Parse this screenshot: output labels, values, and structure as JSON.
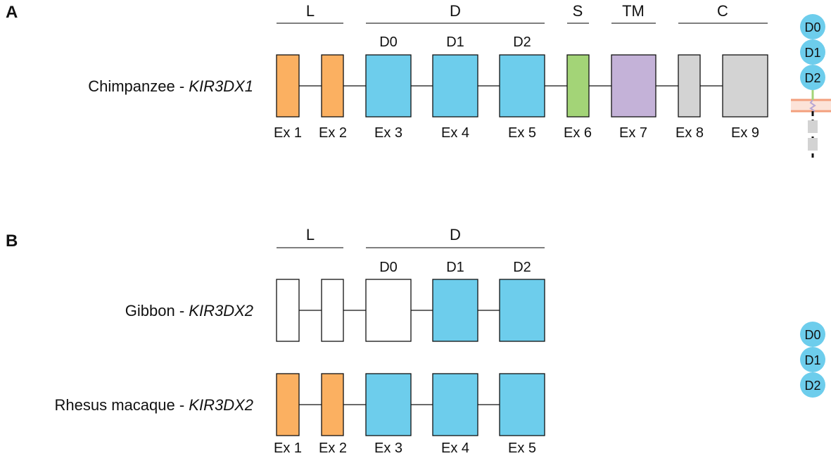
{
  "colors": {
    "leader": "#fbb061",
    "domain": "#6dcdec",
    "stem": "#a3d477",
    "transmembrane": "#c4b2d8",
    "cytoplasmic": "#d3d3d3",
    "absent": "#ffffff",
    "membrane": "#f3a07e",
    "membrane_fill": "#fce3d8",
    "outline": "#111111"
  },
  "panels": [
    {
      "letter": "A",
      "regions": [
        {
          "label": "L"
        },
        {
          "label": "D"
        },
        {
          "label": "S"
        },
        {
          "label": "TM"
        },
        {
          "label": "C"
        }
      ],
      "domain_labels": [
        "D0",
        "D1",
        "D2"
      ],
      "genes": [
        {
          "species": "Chimpanzee - ",
          "gene": "KIR3DX1",
          "exons": [
            {
              "label": "Ex 1",
              "type": "leader"
            },
            {
              "label": "Ex 2",
              "type": "leader"
            },
            {
              "label": "Ex 3",
              "type": "domain"
            },
            {
              "label": "Ex 4",
              "type": "domain"
            },
            {
              "label": "Ex 5",
              "type": "domain"
            },
            {
              "label": "Ex 6",
              "type": "stem"
            },
            {
              "label": "Ex 7",
              "type": "transmembrane"
            },
            {
              "label": "Ex 8",
              "type": "cytoplasmic"
            },
            {
              "label": "Ex 9",
              "type": "cytoplasmic"
            }
          ]
        }
      ],
      "protein": {
        "domains": [
          "D0",
          "D1",
          "D2"
        ],
        "membrane_anchored": true
      }
    },
    {
      "letter": "B",
      "regions": [
        {
          "label": "L"
        },
        {
          "label": "D"
        }
      ],
      "domain_labels": [
        "D0",
        "D1",
        "D2"
      ],
      "genes": [
        {
          "species": "Gibbon - ",
          "gene": "KIR3DX2",
          "exons": [
            {
              "label": "",
              "type": "absent"
            },
            {
              "label": "",
              "type": "absent"
            },
            {
              "label": "",
              "type": "absent"
            },
            {
              "label": "",
              "type": "domain"
            },
            {
              "label": "",
              "type": "domain"
            }
          ]
        },
        {
          "species": "Rhesus macaque - ",
          "gene": "KIR3DX2",
          "exons": [
            {
              "label": "Ex 1",
              "type": "leader"
            },
            {
              "label": "Ex 2",
              "type": "leader"
            },
            {
              "label": "Ex 3",
              "type": "domain"
            },
            {
              "label": "Ex 4",
              "type": "domain"
            },
            {
              "label": "Ex 5",
              "type": "domain"
            }
          ]
        }
      ],
      "protein": {
        "domains": [
          "D0",
          "D1",
          "D2"
        ],
        "membrane_anchored": false
      }
    }
  ]
}
